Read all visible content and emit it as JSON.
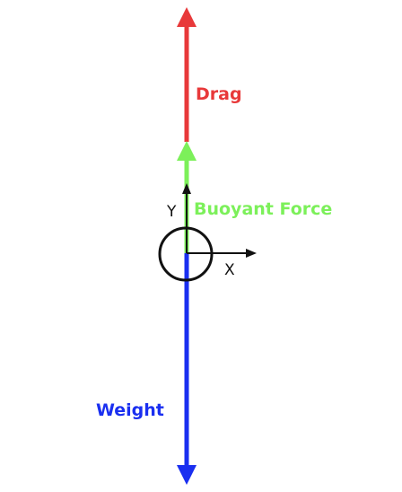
{
  "diagram": {
    "forces": {
      "drag": {
        "label": "Drag",
        "color": "#e8393a",
        "direction": "up"
      },
      "buoyant": {
        "label": "Buoyant Force",
        "color": "#7cf05a",
        "direction": "up"
      },
      "weight": {
        "label": "Weight",
        "color": "#1a2ff0",
        "direction": "down"
      }
    },
    "axes": {
      "x_label": "X",
      "y_label": "Y",
      "color": "#111111"
    },
    "body": {
      "shape": "circle",
      "outline_color": "#111111"
    }
  }
}
